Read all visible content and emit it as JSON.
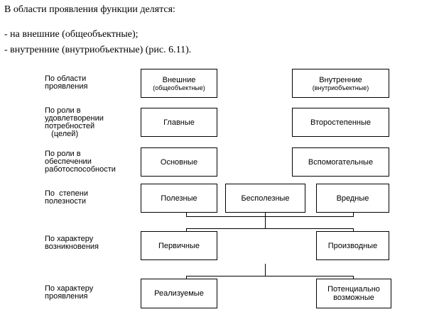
{
  "text": {
    "intro": "В области проявления функции делятся:",
    "item1": "- на внешние (общеобъектные);",
    "item2": "- внутренние (внутриобъектные) (рис. 6.11)."
  },
  "rows": [
    {
      "label": "По области\nпроявления",
      "boxes": [
        {
          "main": "Внешние",
          "sub": "(общеобъектные)"
        },
        {
          "main": "Внутренние",
          "sub": "(внутриобъектные)"
        }
      ]
    },
    {
      "label": "По роли в\nудовлетворении\nпотребностей\n   (целей)",
      "boxes": [
        {
          "main": "Главные"
        },
        {
          "main": "Второстепенные"
        }
      ]
    },
    {
      "label": "По роли в\nобеспечении\nработоспособности",
      "boxes": [
        {
          "main": "Основные"
        },
        {
          "main": "Вспомогательные"
        }
      ]
    },
    {
      "label": "По  степени\nполезности",
      "boxes": [
        {
          "main": "Полезные"
        },
        {
          "main": "Бесполезные"
        },
        {
          "main": "Вредные"
        }
      ]
    },
    {
      "label": "По характеру\nвозникновения",
      "boxes": [
        {
          "main": "Первичные"
        },
        {
          "main": "Производные"
        }
      ]
    },
    {
      "label": "По характеру\nпроявления",
      "boxes": [
        {
          "main": "Реализуемые"
        },
        {
          "main": "Потенциально\nвозможные"
        }
      ]
    }
  ]
}
